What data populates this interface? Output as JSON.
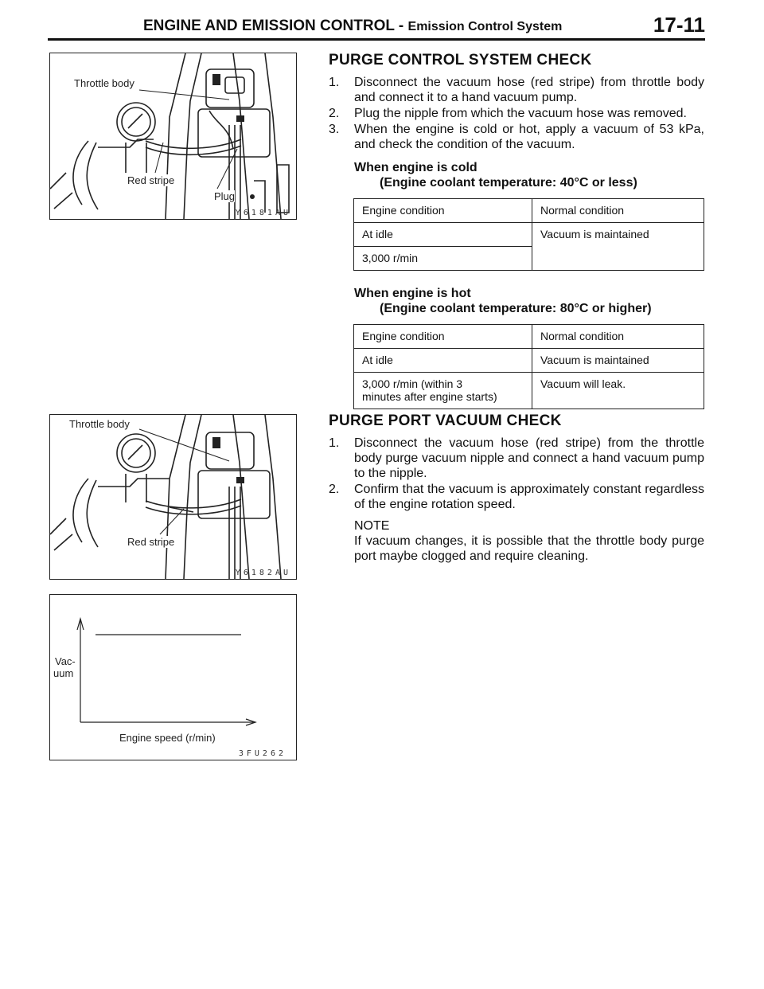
{
  "header": {
    "title": "ENGINE AND EMISSION CONTROL",
    "separator": "-",
    "subtitle": "Emission Control System",
    "page": "17-11"
  },
  "figures": {
    "fig1": {
      "labels": {
        "throttle_body": "Throttle body",
        "red_stripe": "Red stripe",
        "plug": "Plug"
      },
      "code": "Y6181AU"
    },
    "fig2": {
      "labels": {
        "throttle_body": "Throttle body",
        "red_stripe": "Red stripe"
      },
      "code": "Y6182AU"
    },
    "fig3": {
      "ylabel_line1": "Vac-",
      "ylabel_line2": "uum",
      "xlabel": "Engine speed (r/min)",
      "code": "3FU262"
    }
  },
  "purge_control": {
    "title": "PURGE  CONTROL  SYSTEM  CHECK",
    "steps": [
      {
        "num": "1.",
        "text": "Disconnect the vacuum hose (red stripe) from throttle body and connect it to a hand vacuum pump."
      },
      {
        "num": "2.",
        "text": "Plug the nipple from which the vacuum hose was removed."
      },
      {
        "num": "3.",
        "text": "When the engine is cold or hot, apply a vacuum of 53 kPa, and check the condition of the vacuum."
      }
    ],
    "cold": {
      "title": "When  engine  is  cold",
      "subtitle": "(Engine  coolant  temperature:  40°C  or  less)",
      "headers": [
        "Engine condition",
        "Normal condition"
      ],
      "rows": [
        {
          "condition": "At idle",
          "result": "Vacuum is maintained"
        },
        {
          "condition": "3,000 r/min"
        }
      ]
    },
    "hot": {
      "title": "When  engine  is  hot",
      "subtitle": "(Engine  coolant  temperature:  80°C  or  higher)",
      "headers": [
        "Engine condition",
        "Normal condition"
      ],
      "rows": [
        {
          "condition": "At idle",
          "result": "Vacuum is maintained"
        },
        {
          "condition_line1": "3,000 r/min  (within 3",
          "condition_line2": "minutes after engine starts)",
          "result": "Vacuum will leak."
        }
      ]
    }
  },
  "purge_port": {
    "title": "PURGE PORT VACUUM CHECK",
    "steps": [
      {
        "num": "1.",
        "text": "Disconnect the vacuum hose (red stripe) from the throttle body purge vacuum nipple and connect a hand vacuum pump to the nipple."
      },
      {
        "num": "2.",
        "text": "Confirm that the vacuum is approximately constant regardless of the engine rotation speed."
      }
    ],
    "note_head": "NOTE",
    "note_body": "If vacuum changes, it is possible that the throttle body purge port maybe clogged and require cleaning."
  }
}
